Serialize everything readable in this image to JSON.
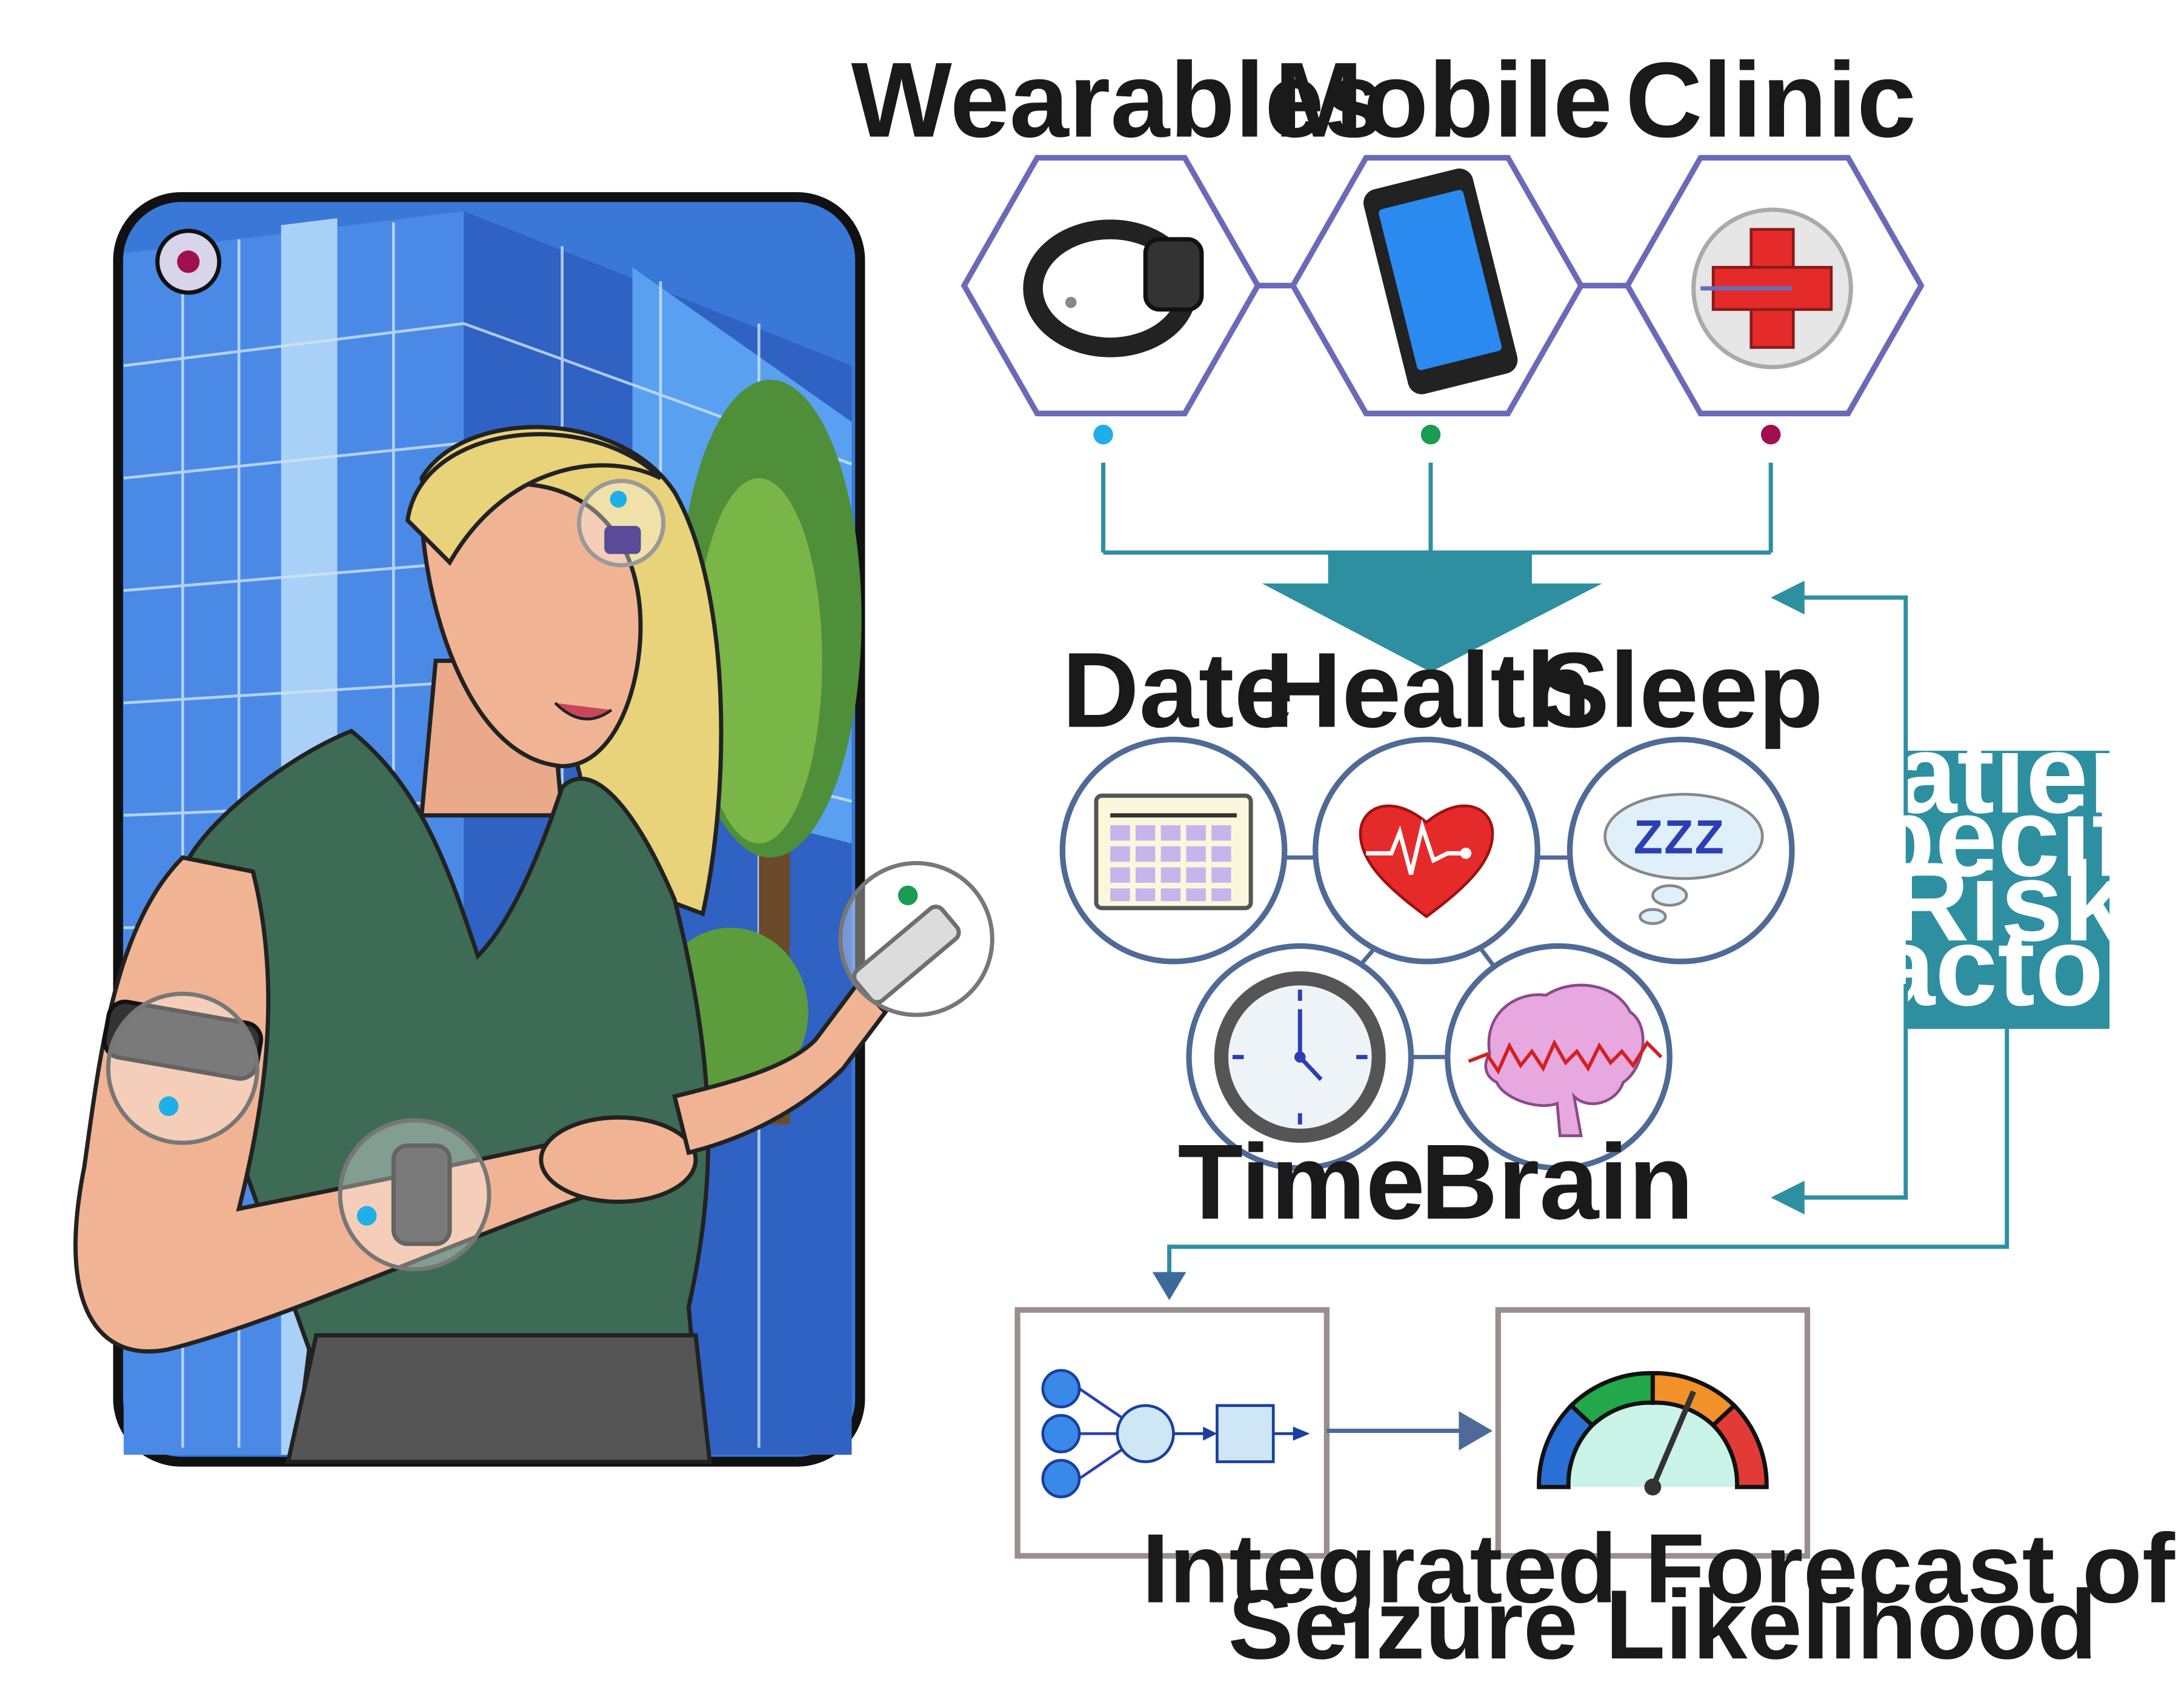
{
  "sources": [
    {
      "label": "Wearables",
      "dot_color": "#1eaee8",
      "icon": "smartwatch-icon"
    },
    {
      "label": "Mobile",
      "dot_color": "#1a9c55",
      "icon": "smartphone-icon"
    },
    {
      "label": "Clinic",
      "dot_color": "#a0104e",
      "icon": "medical-cross-icon"
    }
  ],
  "factors": {
    "date": "Date",
    "health": "Health",
    "sleep": "Sleep",
    "time": "Time",
    "brain": "Brain",
    "sleep_text": "ZZZ"
  },
  "side_box": {
    "lines": [
      "Patient",
      "Specific",
      "Risk",
      "Factors"
    ],
    "color": "#2e8fa1"
  },
  "model_box": {
    "icon": "neural-network-icon"
  },
  "forecast": {
    "caption_line1": "Integrated Forecast of",
    "caption_line2": "Seizure Likelihood",
    "icon": "risk-gauge-icon",
    "gauge_colors": [
      "#2a6fd6",
      "#22a84a",
      "#f2912a",
      "#e23b36"
    ]
  },
  "illustration": {
    "subject": "woman-using-wearables-and-phone",
    "markers": [
      {
        "icon": "clinic-marker-icon",
        "color": "#a0104e"
      },
      {
        "icon": "earpiece-marker-icon",
        "color": "#1eaee8"
      },
      {
        "icon": "phone-marker-icon",
        "color": "#1a9c55"
      },
      {
        "icon": "armband-marker-icon",
        "color": "#1eaee8"
      },
      {
        "icon": "wristband-marker-icon",
        "color": "#1eaee8"
      }
    ]
  },
  "colors": {
    "hexagon": "#6a6ab8",
    "circle": "#4f6a96",
    "teal": "#2e8fa1",
    "box_border": "#9a8e8e"
  }
}
